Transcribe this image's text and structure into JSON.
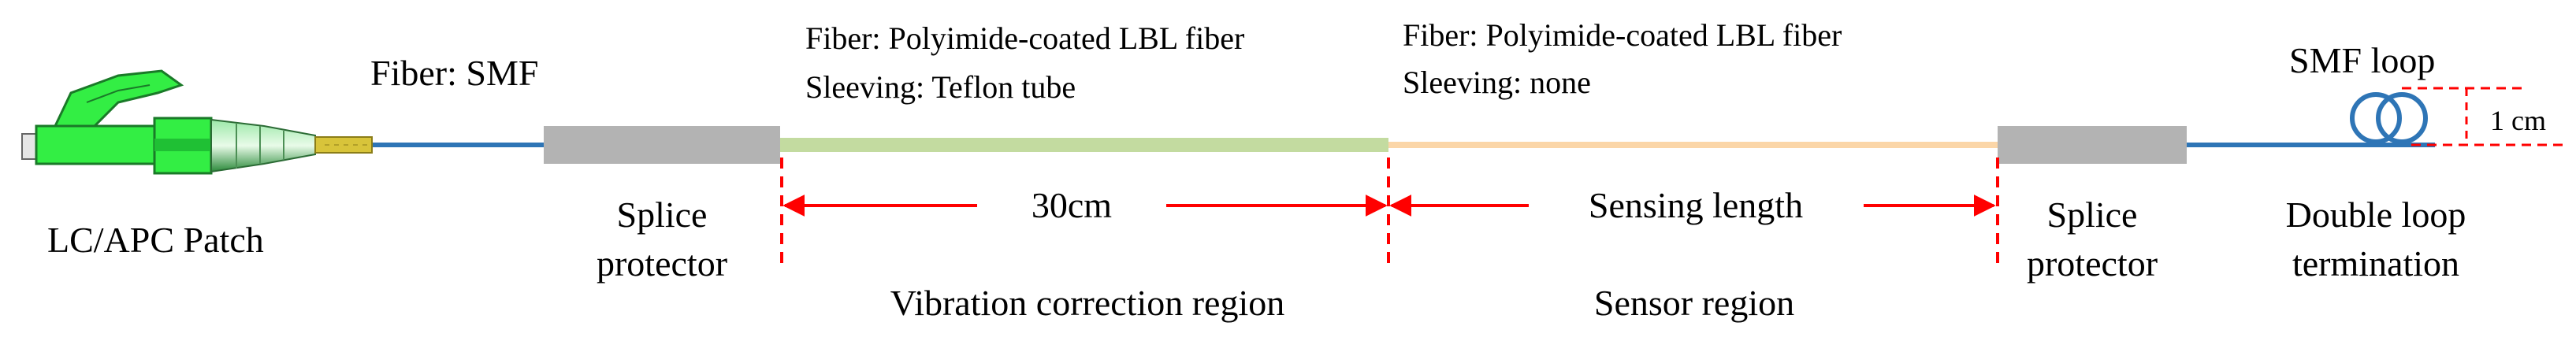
{
  "labels": {
    "connector": "LC/APC Patch",
    "fiber_smf": "Fiber: SMF",
    "fiber_lbl_1": "Fiber: Polyimide-coated LBL fiber",
    "sleeving_teflon": "Sleeving: Teflon tube",
    "fiber_lbl_2": "Fiber: Polyimide-coated LBL fiber",
    "sleeving_none": "Sleeving: none",
    "smf_loop": "SMF loop",
    "loop_size": "1 cm",
    "splice_left_line1": "Splice",
    "splice_left_line2": "protector",
    "length_30cm": "30cm",
    "vibration_region": "Vibration correction region",
    "sensing_length": "Sensing length",
    "sensor_region": "Sensor region",
    "splice_right_line1": "Splice",
    "splice_right_line2": "protector",
    "termination_line1": "Double loop",
    "termination_line2": "termination"
  },
  "colors": {
    "fiber": "#2e75b6",
    "splice": "#b3b3b3",
    "teflon": "#c3dba0",
    "bare_lbl": "#fbd6a8",
    "connector_green": "#33ee44",
    "connector_dark": "#1a7a28",
    "ferrule": "#d8c43a",
    "dimension": "#ff0000",
    "loop": "#2e75b6"
  }
}
